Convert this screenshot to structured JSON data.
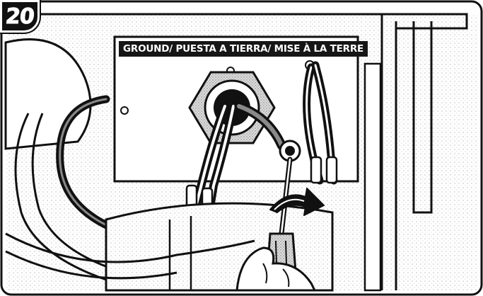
{
  "step": {
    "number": "20"
  },
  "callout": {
    "label": "GROUND/ PUESTA A TIERRA/ MISE À LA TERRE"
  },
  "illustration": {
    "subject": "ground-wire-screw-installation",
    "colors": {
      "ink": "#111111",
      "paper": "#ffffff",
      "stipple": "#cfcfcf"
    }
  }
}
